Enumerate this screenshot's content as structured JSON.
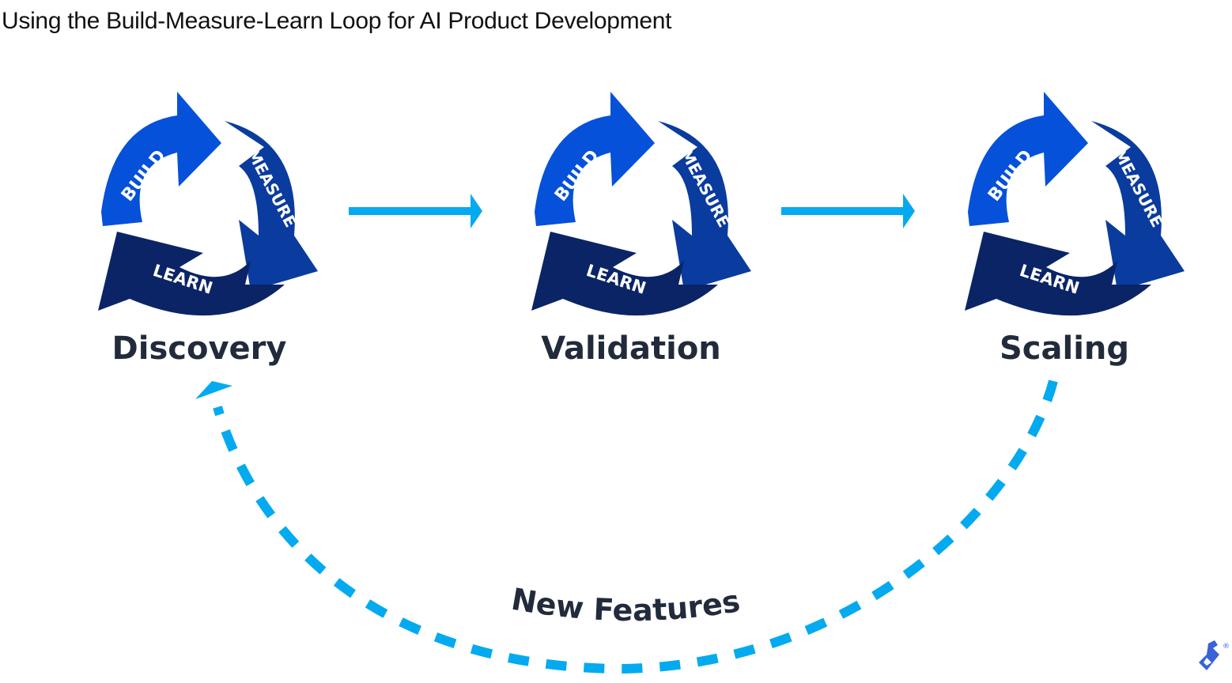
{
  "title": "Using the Build-Measure-Learn Loop for AI Product Development",
  "cycle_labels": {
    "build": "BUILD",
    "measure": "MEASURE",
    "learn": "LEARN"
  },
  "stages": [
    {
      "label": "Discovery"
    },
    {
      "label": "Validation"
    },
    {
      "label": "Scaling"
    }
  ],
  "feedback_label": "New Features",
  "colors": {
    "build": "#0551d9",
    "measure": "#0a3b9e",
    "learn": "#0a2466",
    "arrow": "#04aaf0",
    "stage_text": "#222b3c"
  },
  "logo": {
    "mark": "toptal-logo",
    "registered": "®"
  }
}
